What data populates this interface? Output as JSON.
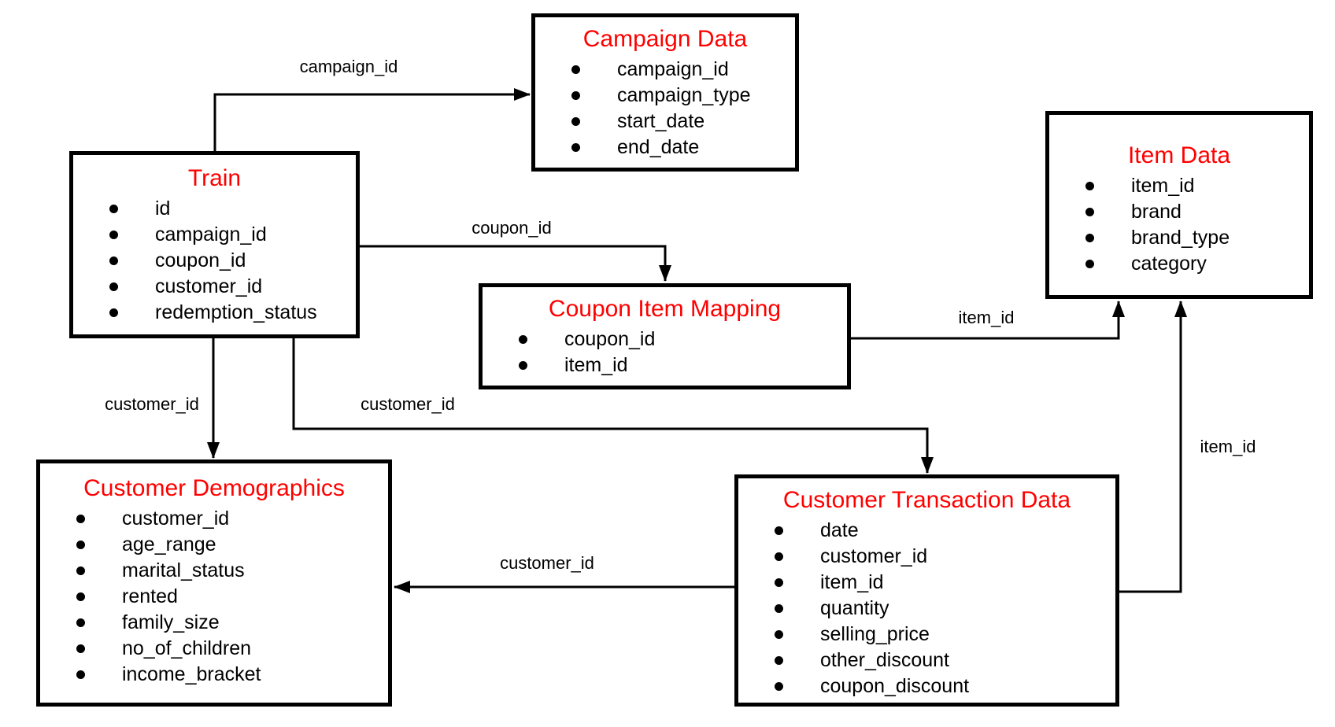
{
  "diagram": {
    "colors": {
      "title": "#ff0000",
      "line": "#000000",
      "text": "#000000"
    },
    "tables": {
      "train": {
        "title": "Train",
        "fields": [
          "id",
          "campaign_id",
          "coupon_id",
          "customer_id",
          "redemption_status"
        ]
      },
      "campaign_data": {
        "title": "Campaign Data",
        "fields": [
          "campaign_id",
          "campaign_type",
          "start_date",
          "end_date"
        ]
      },
      "item_data": {
        "title": "Item Data",
        "fields": [
          "item_id",
          "brand",
          "brand_type",
          "category"
        ]
      },
      "coupon_item_mapping": {
        "title": "Coupon Item Mapping",
        "fields": [
          "coupon_id",
          "item_id"
        ]
      },
      "customer_demographics": {
        "title": "Customer Demographics",
        "fields": [
          "customer_id",
          "age_range",
          "marital_status",
          "rented",
          "family_size",
          "no_of_children",
          "income_bracket"
        ]
      },
      "customer_transaction_data": {
        "title": "Customer Transaction Data",
        "fields": [
          "date",
          "customer_id",
          "item_id",
          "quantity",
          "selling_price",
          "other_discount",
          "coupon_discount"
        ]
      }
    },
    "relationships": [
      {
        "from": "Train",
        "to": "Campaign Data",
        "label": "campaign_id"
      },
      {
        "from": "Train",
        "to": "Coupon Item Mapping",
        "label": "coupon_id"
      },
      {
        "from": "Coupon Item Mapping",
        "to": "Item Data",
        "label": "item_id"
      },
      {
        "from": "Train",
        "to": "Customer Demographics",
        "label": "customer_id"
      },
      {
        "from": "Train",
        "to": "Customer Transaction Data",
        "label": "customer_id"
      },
      {
        "from": "Customer Transaction Data",
        "to": "Customer Demographics",
        "label": "customer_id"
      },
      {
        "from": "Customer Transaction Data",
        "to": "Item Data",
        "label": "item_id"
      }
    ]
  }
}
